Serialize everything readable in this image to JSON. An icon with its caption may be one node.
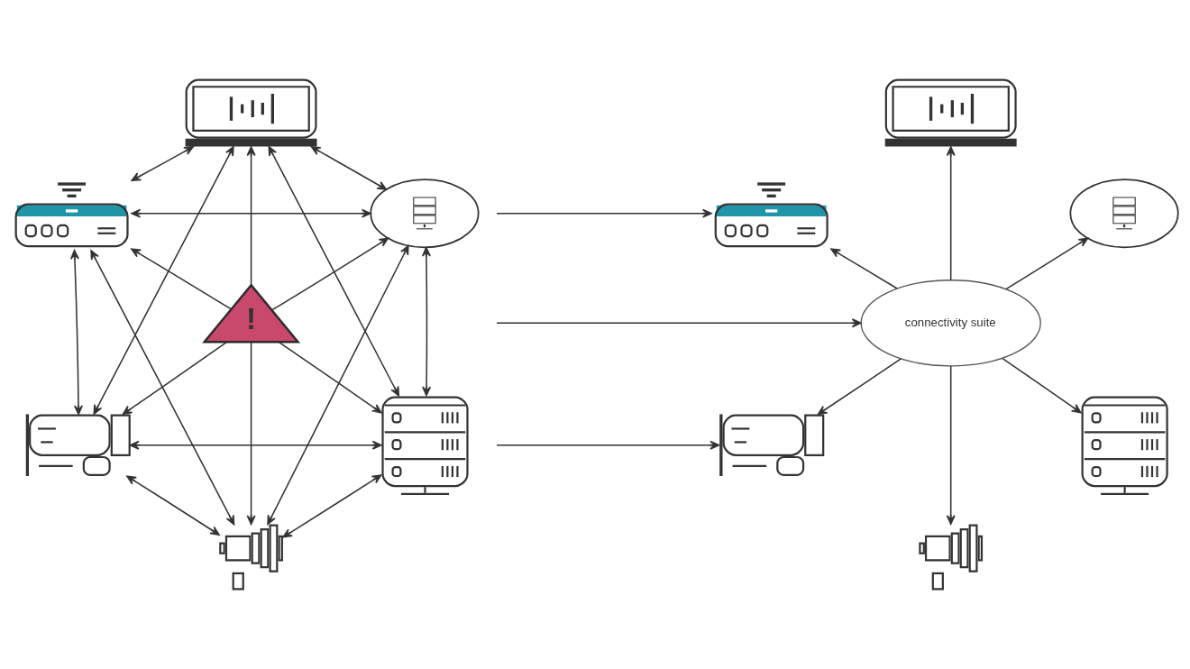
{
  "diagram": {
    "nodes": [
      {
        "text": [],
        "shape": "laptop"
      },
      {
        "text": [],
        "shape": "router"
      },
      {
        "text": [],
        "shape": "cloud"
      },
      {
        "text": [
          "!"
        ]
      },
      {
        "text": [],
        "shape": "camera"
      },
      {
        "text": [],
        "shape": "server"
      },
      {
        "text": [],
        "shape": "megaphone"
      },
      {
        "text": [],
        "shape": "laptop"
      },
      {
        "text": [],
        "shape": "router"
      },
      {
        "text": [],
        "shape": "cloud"
      },
      {
        "text": [
          "connectivity suite"
        ]
      },
      {
        "text": [],
        "shape": "camera"
      },
      {
        "text": [],
        "shape": "server"
      },
      {
        "text": [],
        "shape": "megaphone"
      }
    ],
    "edges": [
      {
        "from": 0,
        "to": 1,
        "arrow": "both"
      },
      {
        "from": 0,
        "to": 2,
        "arrow": "both"
      },
      {
        "from": 1,
        "to": 2,
        "arrow": "both"
      },
      {
        "from": 3,
        "to": 0,
        "arrow": "to"
      },
      {
        "from": 3,
        "to": 1,
        "arrow": "to"
      },
      {
        "from": 3,
        "to": 2,
        "arrow": "to"
      },
      {
        "from": 0,
        "to": 4,
        "arrow": "both"
      },
      {
        "from": 0,
        "to": 5,
        "arrow": "both"
      },
      {
        "from": 1,
        "to": 6,
        "arrow": "both"
      },
      {
        "from": 2,
        "to": 6,
        "arrow": "both"
      },
      {
        "from": 1,
        "to": 4,
        "arrow": "both"
      },
      {
        "from": 2,
        "to": 5,
        "arrow": "both"
      },
      {
        "from": 3,
        "to": 4,
        "arrow": "to"
      },
      {
        "from": 3,
        "to": 5,
        "arrow": "to"
      },
      {
        "from": 3,
        "to": 6,
        "arrow": "to"
      },
      {
        "from": 4,
        "to": 5,
        "arrow": "both"
      },
      {
        "from": 4,
        "to": 6,
        "arrow": "both"
      },
      {
        "from": 5,
        "to": 6,
        "arrow": "both"
      },
      {
        "from": null,
        "to": 8,
        "arrow": "to"
      },
      {
        "from": null,
        "to": 10,
        "arrow": "to"
      },
      {
        "from": null,
        "to": 11,
        "arrow": "to"
      },
      {
        "from": 10,
        "to": 7,
        "arrow": "to"
      },
      {
        "from": 10,
        "to": 8,
        "arrow": "to"
      },
      {
        "from": 10,
        "to": 9,
        "arrow": "to"
      },
      {
        "from": 10,
        "to": 11,
        "arrow": "to"
      },
      {
        "from": 10,
        "to": 12,
        "arrow": "to"
      },
      {
        "from": 10,
        "to": 13,
        "arrow": "to"
      }
    ]
  }
}
